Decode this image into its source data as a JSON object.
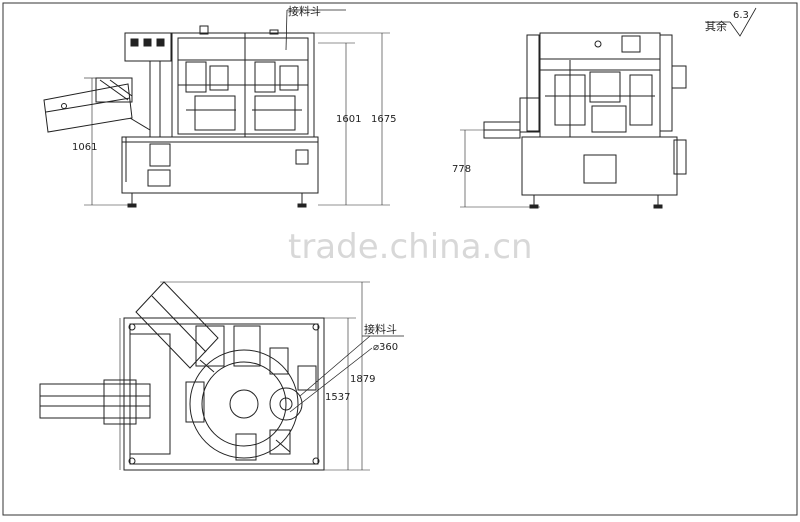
{
  "drawing": {
    "front_view": {
      "label_hopper": "接料斗",
      "dim_height_inner": "1601",
      "dim_height_outer": "1675",
      "dim_side": "1061"
    },
    "side_view": {
      "label_finish": "其余",
      "finish_value": "6.3",
      "dim_height": "778"
    },
    "top_view": {
      "label_hopper": "接料斗",
      "dim_diameter": "⌀360",
      "dim_width_outer": "1879",
      "dim_width_inner": "1537"
    },
    "watermark": "trade.china.cn"
  }
}
